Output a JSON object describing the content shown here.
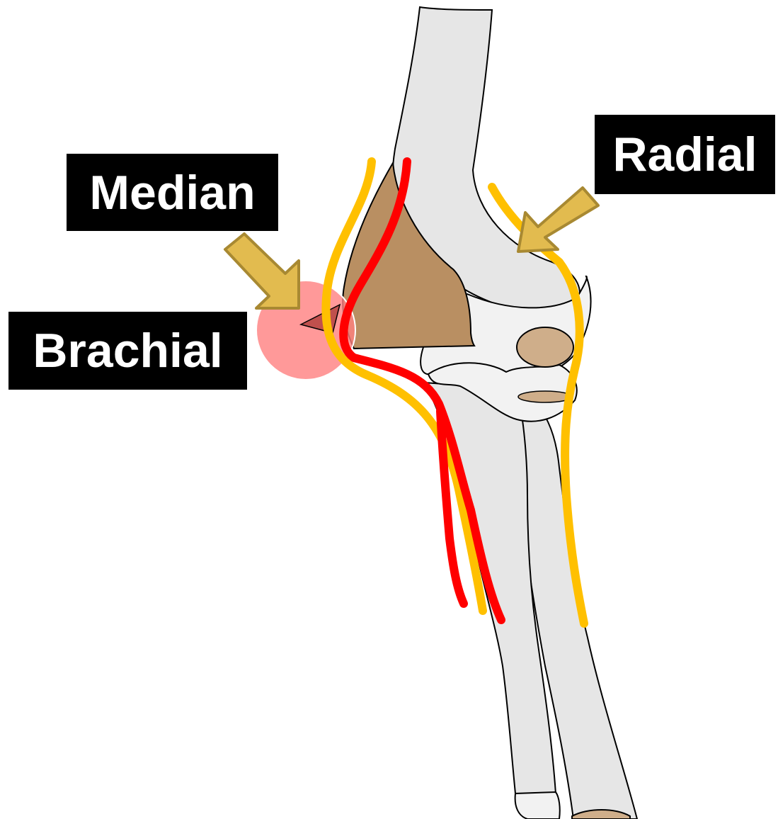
{
  "labels": {
    "median": "Median",
    "radial": "Radial",
    "brachial": "Brachial"
  },
  "colors": {
    "bone_fill": "#e6e6e6",
    "bone_outline": "#000000",
    "cartilage_fill": "#f2f2f2",
    "fossa_fill": "#b98f62",
    "fossa_light_fill": "#cfae8a",
    "nerve": "#ffc000",
    "artery": "#ff0000",
    "arrow_fill": "#e2bb4f",
    "arrow_outline": "#a88932",
    "highlight_circle": "#ff8080",
    "label_background": "#000000",
    "label_text": "#ffffff"
  },
  "icons": {
    "median_pointer": "arrow-down-right",
    "radial_pointer": "arrow-down-left"
  }
}
